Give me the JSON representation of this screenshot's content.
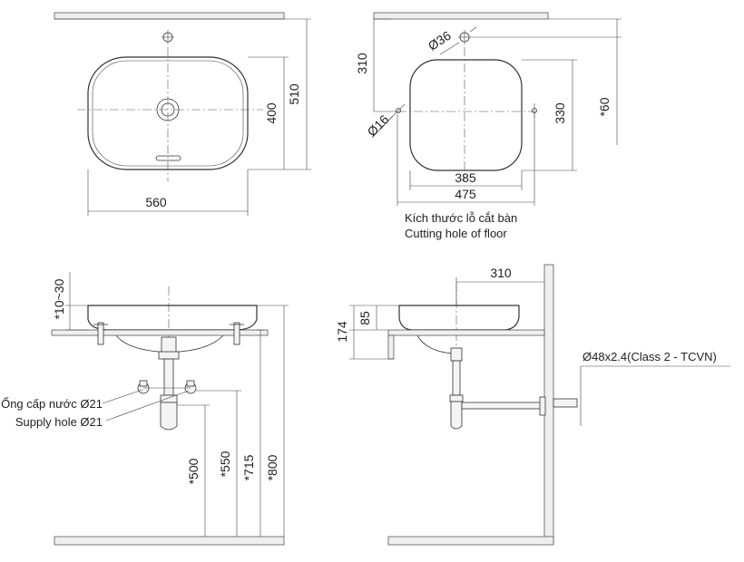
{
  "top_view": {
    "width": "560",
    "depth": "400",
    "overall_depth": "510"
  },
  "cutout_view": {
    "tap_offset": "310",
    "tap_hole": "Ø36",
    "mount_hole": "Ø16",
    "cut_depth": "330",
    "tap_distance": "*60",
    "cut_width": "385",
    "outer_width": "475",
    "caption_vi": "Kích thước lỗ cắt bàn",
    "caption_en": "Cutting hole of floor"
  },
  "front_view": {
    "rim_height": "*10~30",
    "supply_vi": "Ống cấp nước Ø21",
    "supply_en": "Supply hole Ø21",
    "h500": "*500",
    "h550": "*550",
    "h715": "*715",
    "h800": "*800"
  },
  "side_view": {
    "offset": "310",
    "h174": "174",
    "h85": "85",
    "drain_pipe": "Ø48x2.4(Class 2 - TCVN)"
  }
}
